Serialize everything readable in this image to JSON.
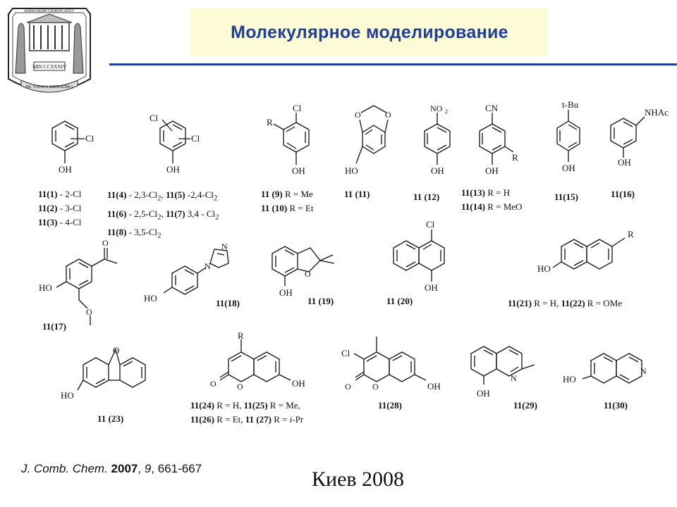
{
  "title": "Молекулярное моделирование",
  "logo": {
    "icon": "university-emblem-icon",
    "text_top": "КИЇВСЬКИЙ УНІВЕРСИТЕТ",
    "text_date": "MDCCCXXXIV",
    "text_bottom": "ІМ. ТАРАСА ШЕВЧЕНКА"
  },
  "colors": {
    "title": "#1f3f9a",
    "title_bg": "#fdfbd6",
    "rule": "#1f3f9a"
  },
  "molecules": [
    {
      "id": "m1",
      "labels": [
        "Cl",
        "OH"
      ]
    },
    {
      "id": "m2",
      "labels": [
        "Cl",
        "Cl",
        "OH"
      ]
    },
    {
      "id": "m3",
      "labels": [
        "Cl",
        "R",
        "OH"
      ]
    },
    {
      "id": "m4",
      "labels": [
        "O",
        "O",
        "HO"
      ]
    },
    {
      "id": "m5",
      "labels": [
        "NO",
        "2",
        "OH"
      ]
    },
    {
      "id": "m6",
      "labels": [
        "CN",
        "R",
        "OH"
      ]
    },
    {
      "id": "m7",
      "labels": [
        "t-Bu",
        "OH"
      ]
    },
    {
      "id": "m8",
      "labels": [
        "NHAc",
        "OH"
      ]
    },
    {
      "id": "m9",
      "labels": [
        "O",
        "HO",
        "O"
      ]
    },
    {
      "id": "m10",
      "labels": [
        "N",
        "N",
        "HO"
      ]
    },
    {
      "id": "m11",
      "labels": [
        "O",
        "OH"
      ]
    },
    {
      "id": "m12",
      "labels": [
        "Cl",
        "OH"
      ]
    },
    {
      "id": "m13",
      "labels": [
        "R",
        "HO"
      ]
    },
    {
      "id": "m14",
      "labels": [
        "O",
        "HO"
      ]
    },
    {
      "id": "m15",
      "labels": [
        "R",
        "O",
        "O",
        "OH"
      ]
    },
    {
      "id": "m16",
      "labels": [
        "Cl",
        "O",
        "O",
        "OH"
      ]
    },
    {
      "id": "m17",
      "labels": [
        "N",
        "OH"
      ]
    },
    {
      "id": "m18",
      "labels": [
        "HO",
        "N"
      ]
    }
  ],
  "captions": [
    {
      "id": "c1",
      "lines": [
        [
          [
            "11(1)",
            true
          ],
          [
            " - 2-Cl",
            false
          ]
        ],
        [
          [
            "11(2)",
            true
          ],
          [
            " - 3-Cl",
            false
          ]
        ],
        [
          [
            "11(3)",
            true
          ],
          [
            " - 4-Cl",
            false
          ]
        ]
      ]
    },
    {
      "id": "c2",
      "lines": [
        [
          [
            "11(4)",
            true
          ],
          [
            " - 2,3-Cl",
            false
          ],
          [
            "2",
            false,
            "sub"
          ],
          [
            ", ",
            false
          ],
          [
            "11(5)",
            true
          ],
          [
            " -2,4-Cl",
            false
          ],
          [
            "2",
            false,
            "sub"
          ]
        ],
        [
          [
            "11(6)",
            true
          ],
          [
            " - 2,5-Cl",
            false
          ],
          [
            "2",
            false,
            "sub"
          ],
          [
            ", ",
            false
          ],
          [
            "11(7)",
            true
          ],
          [
            " 3,4 - Cl",
            false
          ],
          [
            "2",
            false,
            "sub"
          ]
        ],
        [
          [
            "11(8)",
            true
          ],
          [
            " - 3,5-Cl",
            false
          ],
          [
            "2",
            false,
            "sub"
          ]
        ]
      ]
    },
    {
      "id": "c3",
      "lines": [
        [
          [
            "11 (9)",
            true
          ],
          [
            " R = Me",
            false
          ]
        ],
        [
          [
            "11 (10)",
            true
          ],
          [
            " R = Et",
            false
          ]
        ]
      ]
    },
    {
      "id": "c4",
      "lines": [
        [
          [
            "11 (11)",
            true
          ]
        ]
      ]
    },
    {
      "id": "c5",
      "lines": [
        [
          [
            "11 (12)",
            true
          ]
        ]
      ]
    },
    {
      "id": "c6",
      "lines": [
        [
          [
            "11(13)",
            true
          ],
          [
            " R = H",
            false
          ]
        ],
        [
          [
            "11(14)",
            true
          ],
          [
            " R = MeO",
            false
          ]
        ]
      ]
    },
    {
      "id": "c7",
      "lines": [
        [
          [
            "11(15)",
            true
          ]
        ]
      ]
    },
    {
      "id": "c8",
      "lines": [
        [
          [
            "11(16)",
            true
          ]
        ]
      ]
    },
    {
      "id": "c9",
      "lines": [
        [
          [
            "11(17)",
            true
          ]
        ]
      ]
    },
    {
      "id": "c10",
      "lines": [
        [
          [
            "11(18)",
            true
          ]
        ]
      ]
    },
    {
      "id": "c11",
      "lines": [
        [
          [
            "11 (19)",
            true
          ]
        ]
      ]
    },
    {
      "id": "c12",
      "lines": [
        [
          [
            "11 (20)",
            true
          ]
        ]
      ]
    },
    {
      "id": "c13",
      "lines": [
        [
          [
            "11(21)",
            true
          ],
          [
            " R = H, ",
            false
          ],
          [
            "11(22)",
            true
          ],
          [
            " R = OMe",
            false
          ]
        ]
      ]
    },
    {
      "id": "c14",
      "lines": [
        [
          [
            "11 (23)",
            true
          ]
        ]
      ]
    },
    {
      "id": "c15",
      "lines": [
        [
          [
            "11(24)",
            true
          ],
          [
            " R = H, ",
            false
          ],
          [
            "11(25)",
            true
          ],
          [
            " R = Me,",
            false
          ]
        ],
        [
          [
            "11(26)",
            true
          ],
          [
            " R = Et, ",
            false
          ],
          [
            "11 (27)",
            true
          ],
          [
            " R = ",
            false
          ],
          [
            "i",
            false,
            "i"
          ],
          [
            "-Pr",
            false
          ]
        ]
      ]
    },
    {
      "id": "c16",
      "lines": [
        [
          [
            "11(28)",
            true
          ]
        ]
      ]
    },
    {
      "id": "c17",
      "lines": [
        [
          [
            "11(29)",
            true
          ]
        ]
      ]
    },
    {
      "id": "c18",
      "lines": [
        [
          [
            "11(30)",
            true
          ]
        ]
      ]
    }
  ],
  "reference": {
    "journal": "J. Comb. Chem.",
    "year": "2007",
    "volume": "9",
    "pages": "661-667"
  },
  "footer": "Киев 2008"
}
